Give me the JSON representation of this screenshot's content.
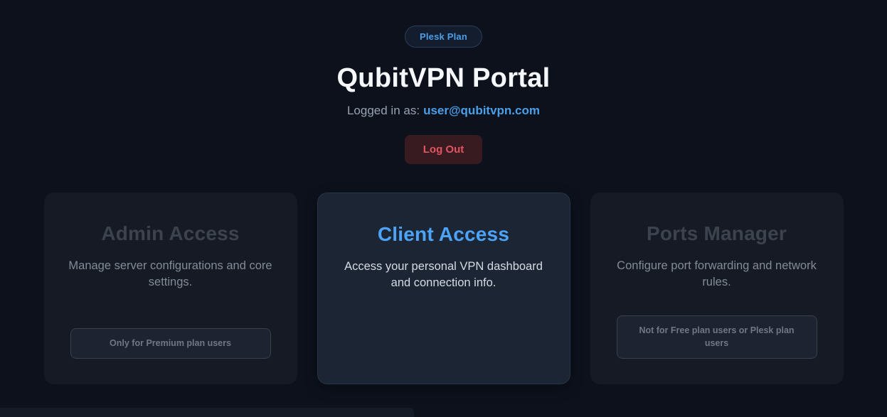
{
  "header": {
    "plan_badge": "Plesk Plan",
    "title": "QubitVPN Portal",
    "logged_in_label": "Logged in as:",
    "user_email": "user@qubitvpn.com",
    "logout_label": "Log Out"
  },
  "cards": [
    {
      "title": "Admin Access",
      "description": "Manage server configurations and core settings.",
      "badge": "Only for Premium plan users",
      "state": "disabled"
    },
    {
      "title": "Client Access",
      "description": "Access your personal VPN dashboard and connection info.",
      "badge": "",
      "state": "active"
    },
    {
      "title": "Ports Manager",
      "description": "Configure port forwarding and network rules.",
      "badge": "Not for Free plan users or Plesk plan users",
      "state": "disabled"
    }
  ],
  "colors": {
    "background": "#0c111c",
    "accent_blue": "#4da3f8",
    "logout_red": "#e25560",
    "logout_bg": "#381a21",
    "card_disabled_bg": "#151a24",
    "card_active_bg": "#1b2534",
    "disabled_title": "#3d434e",
    "muted_text": "#98a2b3"
  }
}
